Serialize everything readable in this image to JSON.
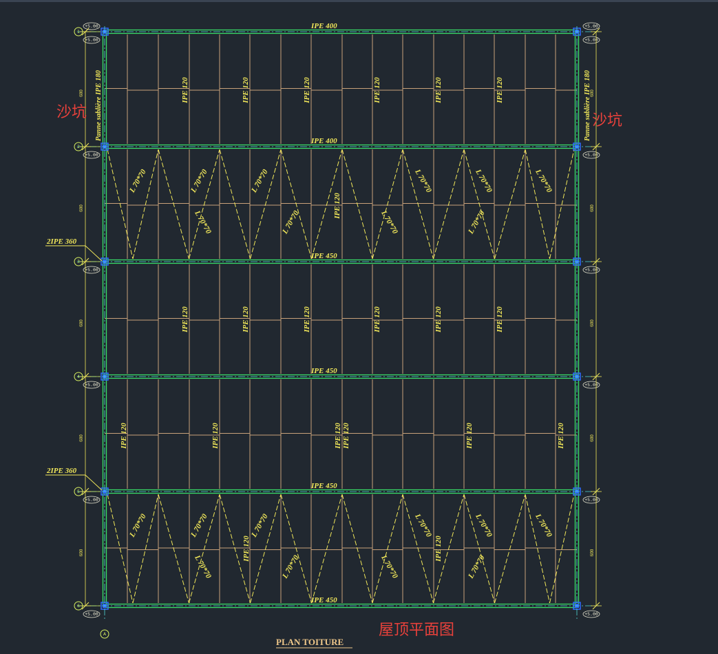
{
  "drawing": {
    "title": "PLAN TOITURE",
    "title_cn": "屋顶平面图",
    "note_sand_pit": "沙坑",
    "elevation_tag": "+5.00",
    "dimension_label": "600",
    "eave_purlin_label": "Panne sablière  IPE 180",
    "callout_label": "2IPE 360",
    "brace_label": "L 70*70",
    "purlin_label": "IPE 120",
    "grid_axes": [
      "1",
      "2",
      "3",
      "4",
      "5",
      "6"
    ],
    "bottom_axis": "A",
    "main_beams": [
      "IPE 400",
      "IPE 400",
      "IPE 450",
      "IPE 450",
      "IPE 450",
      "IPE 450"
    ]
  },
  "colors": {
    "background": "#212830",
    "main_beam": "#38e068",
    "purlin": "#c9a27a",
    "bracing": "#f2e85a",
    "axis_line": "#4fd6d6",
    "column": "#2f6bff",
    "dimension": "#f2e85a",
    "note_red": "#e8413b"
  }
}
